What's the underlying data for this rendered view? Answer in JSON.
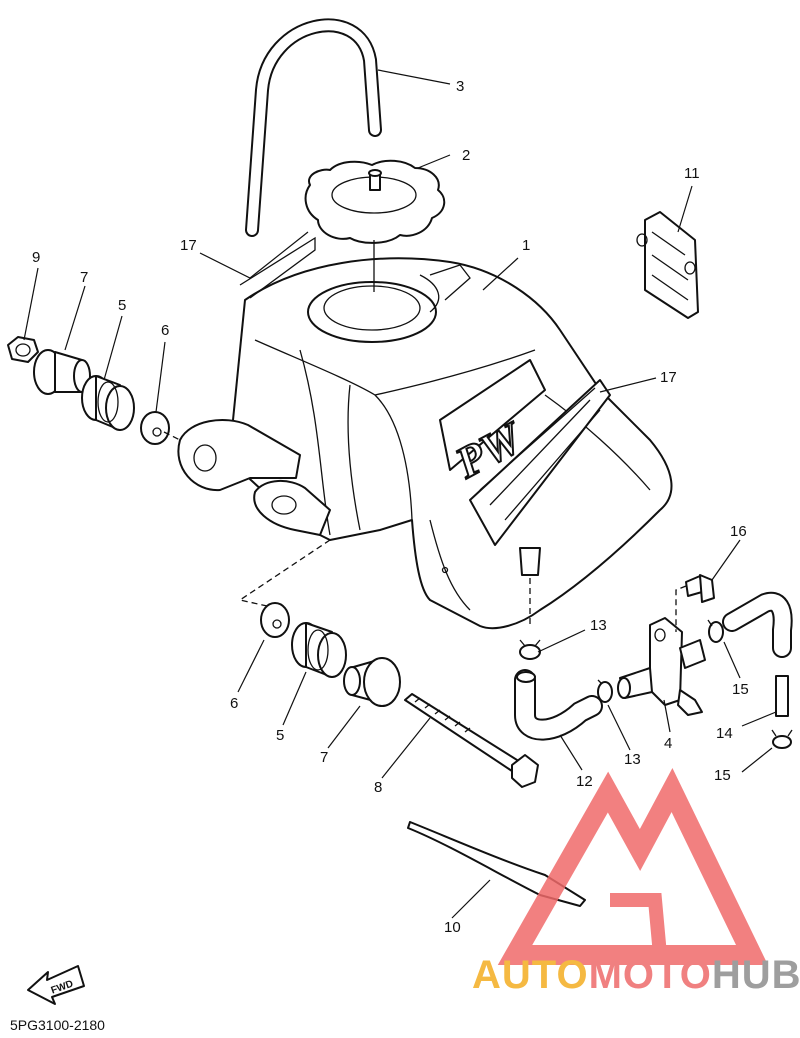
{
  "diagram": {
    "part_code": "5PG3100-2180",
    "fwd_label": "FWD",
    "tank_logo": "PW",
    "callouts": [
      "1",
      "2",
      "3",
      "4",
      "5",
      "5",
      "6",
      "6",
      "7",
      "7",
      "8",
      "9",
      "10",
      "11",
      "12",
      "13",
      "13",
      "14",
      "15",
      "15",
      "16",
      "17",
      "17"
    ]
  },
  "watermark": {
    "brand_part1": "AUTO",
    "brand_part2": "MOTO",
    "brand_part3": "HUB",
    "colors": {
      "auto": "#f5b942",
      "moto": "#f08080",
      "hub": "#9e9e9e",
      "logo": "#f06a6a"
    }
  }
}
